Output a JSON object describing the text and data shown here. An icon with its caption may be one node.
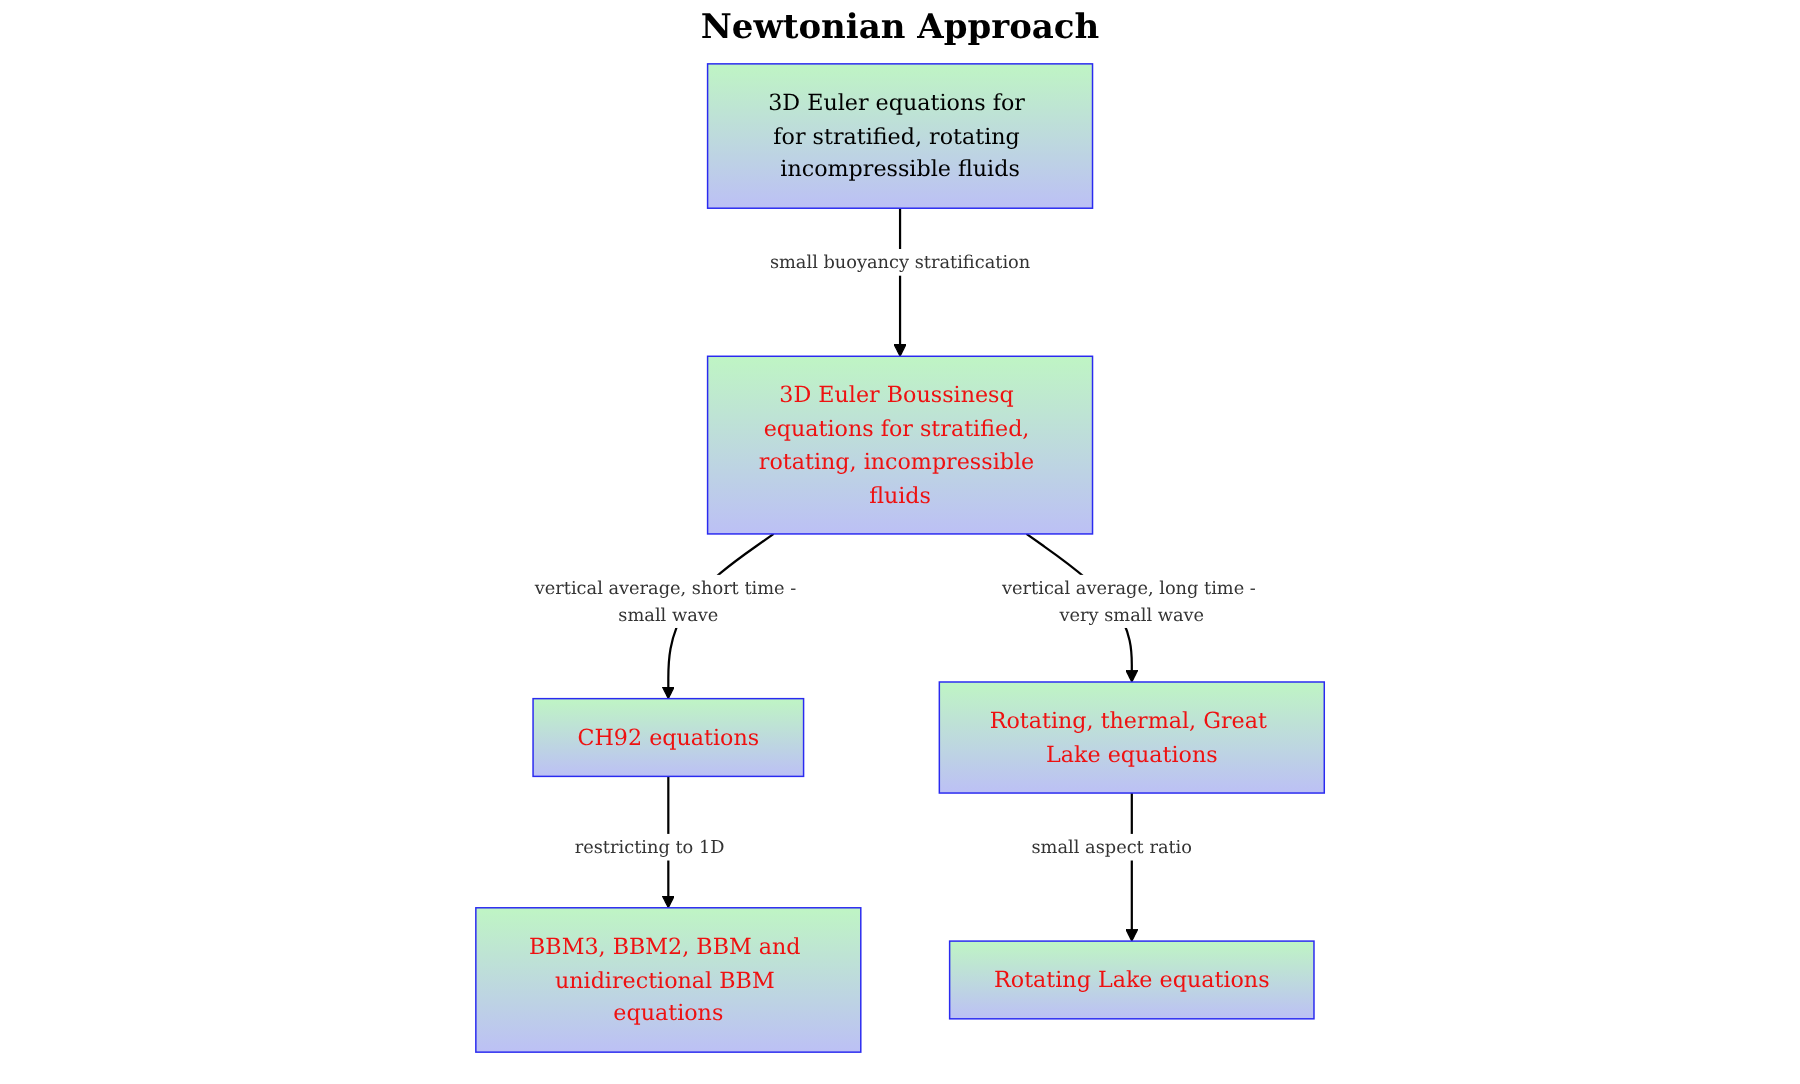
{
  "diagram": {
    "title": "Newtonian Approach",
    "nodes": [
      {
        "text": [
          "3D Euler equations for for stratified, rotating incompressible fluids"
        ]
      },
      {
        "text": [
          "3D Euler Boussinesq equations for stratified, rotating, incompressible fluids"
        ]
      },
      {
        "text": [
          "CH92 equations"
        ]
      },
      {
        "text": [
          "Rotating, thermal, Great Lake equations"
        ]
      },
      {
        "text": [
          "BBM3, BBM2, BBM and unidirectional BBM equations"
        ]
      },
      {
        "text": [
          "Rotating Lake equations"
        ]
      }
    ],
    "edges": [
      {
        "from": 0,
        "to": 1,
        "arrow": "to",
        "label": "small buoyancy stratification"
      },
      {
        "from": 1,
        "to": 2,
        "arrow": "to",
        "label": "vertical average, short time - small wave"
      },
      {
        "from": 1,
        "to": 3,
        "arrow": "to",
        "label": "vertical average, long time - very small wave"
      },
      {
        "from": 2,
        "to": 4,
        "arrow": "to",
        "label": "restricting to 1D"
      },
      {
        "from": 3,
        "to": 5,
        "arrow": "to",
        "label": "small aspect ratio"
      }
    ]
  }
}
